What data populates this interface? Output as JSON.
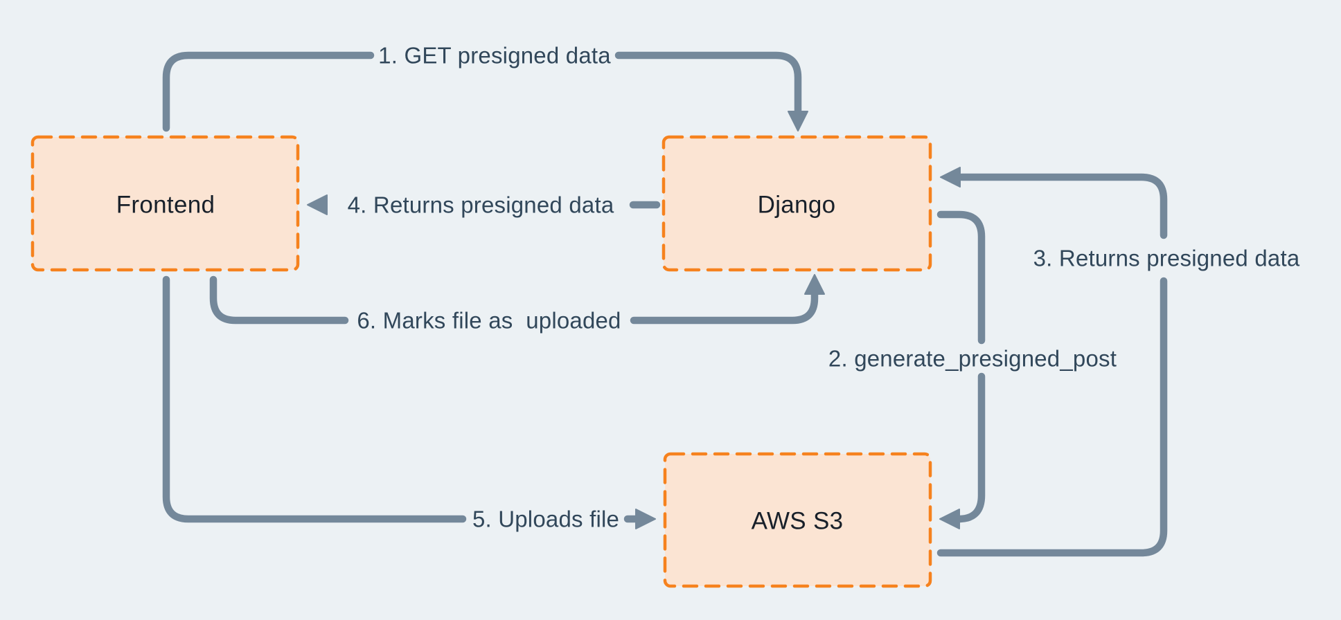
{
  "diagram": {
    "colors": {
      "background": "#ECF1F4",
      "node-fill": "#FBE4D3",
      "node-border": "#F6821E",
      "line-color": "#74889A",
      "edge-label-color": "#31475A",
      "node-label-color": "#18202A"
    },
    "nodes": [
      {
        "id": "frontend",
        "label": "Frontend"
      },
      {
        "id": "django",
        "label": "Django"
      },
      {
        "id": "aws-s3",
        "label": "AWS S3"
      }
    ],
    "edges": [
      {
        "id": "1",
        "from": "frontend",
        "to": "django",
        "label": "1. GET presigned data"
      },
      {
        "id": "2",
        "from": "django",
        "to": "aws-s3",
        "label": "2. generate_presigned_post"
      },
      {
        "id": "3",
        "from": "aws-s3",
        "to": "django",
        "label": "3. Returns presigned data"
      },
      {
        "id": "4",
        "from": "django",
        "to": "frontend",
        "label": "4. Returns presigned data"
      },
      {
        "id": "5",
        "from": "frontend",
        "to": "aws-s3",
        "label": "5. Uploads file"
      },
      {
        "id": "6",
        "from": "frontend",
        "to": "django",
        "label": "6. Marks file as  uploaded"
      }
    ]
  }
}
